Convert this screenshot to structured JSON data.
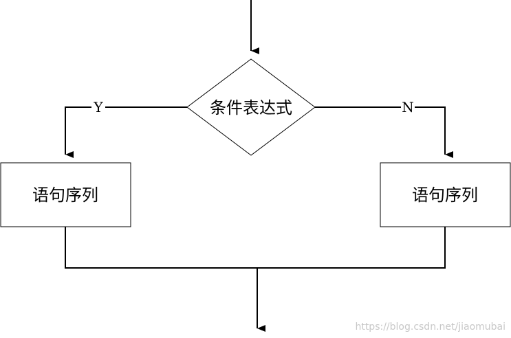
{
  "flowchart": {
    "condition": {
      "label": "条件表达式"
    },
    "branch_yes": {
      "edge_label": "Y",
      "statement_label": "语句序列"
    },
    "branch_no": {
      "edge_label": "N",
      "statement_label": "语句序列"
    }
  },
  "watermark": {
    "text": "https://blog.csdn.net/jiaomubai"
  },
  "colors": {
    "stroke": "#000000",
    "fill": "#ffffff",
    "watermark": "#c8c8c8"
  }
}
